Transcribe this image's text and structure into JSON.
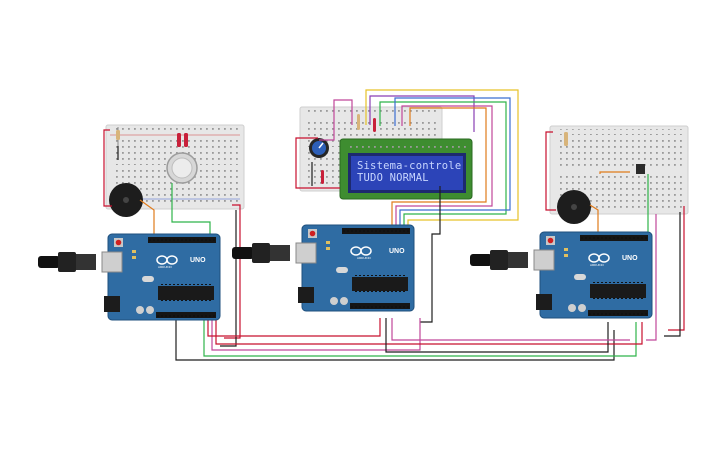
{
  "lcd": {
    "line1": "Sistema-controle",
    "line2": "TUDO NORMAL"
  },
  "boards": [
    {
      "model": "UNO",
      "brand": "ARDUINO"
    },
    {
      "model": "UNO",
      "brand": "ARDUINO"
    },
    {
      "model": "UNO",
      "brand": "ARDUINO"
    }
  ],
  "colors": {
    "board": "#2f6ca3",
    "board_dark": "#1f4f7c",
    "breadboard": "#e6e6e6",
    "lcd_bezel": "#3c8a2e",
    "lcd_screen": "#2b3fb4",
    "wire_red": "#c8102e",
    "wire_black": "#1e1e1e",
    "wire_green": "#2fb34a",
    "wire_yellow": "#e6c229",
    "wire_orange": "#e07b1b",
    "wire_purple": "#8a3fb3",
    "wire_pink": "#c0479a",
    "wire_blue": "#3b6fd1"
  }
}
